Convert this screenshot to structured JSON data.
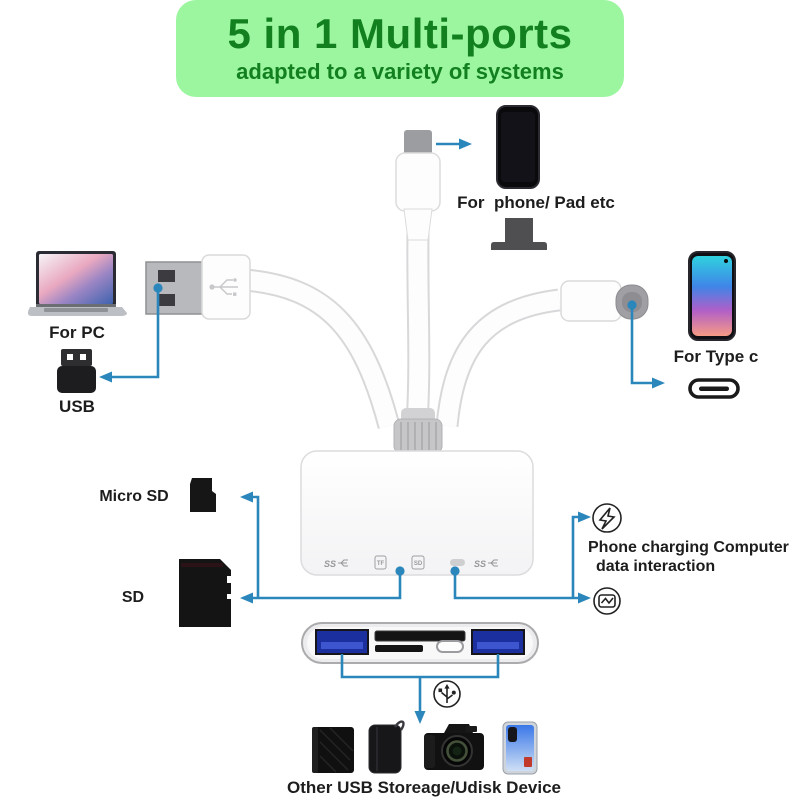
{
  "banner": {
    "title": "5 in 1 Multi-ports",
    "subtitle": "adapted to a variety of systems"
  },
  "labels": {
    "phone": "For  phone/ Pad etc",
    "pc": "For PC",
    "usb": "USB",
    "type_c": "For Type c",
    "micro_sd": "Micro SD",
    "sd": "SD",
    "feature_line1": "Phone charging Computer",
    "feature_line2": "data interaction",
    "other_devices": "Other USB Storeage/Udisk Device"
  },
  "hub": {
    "ports": {
      "ss_left": "SS",
      "tf": "TF",
      "sd": "SD",
      "ss_right": "SS"
    }
  },
  "icons": {
    "charging": "lightning-bolt-icon",
    "data_interaction": "monitor-wave-icon",
    "usb_logo": "usb-trident-icon"
  },
  "colors": {
    "banner_bg": "#9cf6a0",
    "banner_text": "#12801f",
    "accent": "#2b87bb",
    "label_text": "#1d1d1d",
    "port_blue": "#2a3fc0"
  }
}
